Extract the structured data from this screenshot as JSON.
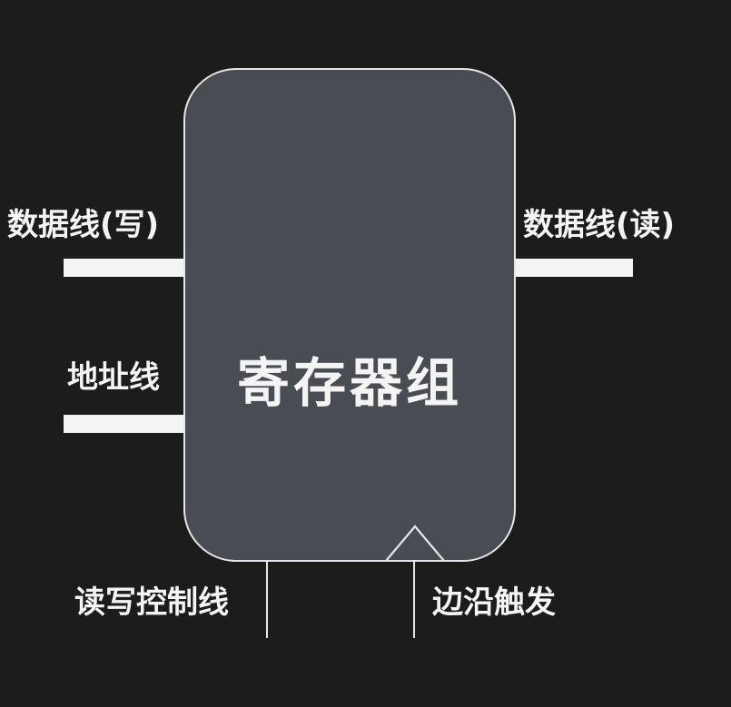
{
  "diagram": {
    "title": "寄存器组",
    "colors": {
      "background": "#1c1c1d",
      "box_fill": "#4a4c53",
      "box_border": "#e6e6e6",
      "line": "#f4f4f4",
      "text": "#f4f4f4"
    },
    "ports": {
      "data_write": {
        "label": "数据线(写)",
        "side": "left",
        "type": "bus"
      },
      "address": {
        "label": "地址线",
        "side": "left",
        "type": "bus"
      },
      "data_read": {
        "label": "数据线(读)",
        "side": "right",
        "type": "bus"
      },
      "rw_control": {
        "label": "读写控制线",
        "side": "bottom",
        "type": "wire"
      },
      "edge_trigger": {
        "label": "边沿触发",
        "side": "bottom",
        "type": "wire",
        "symbol": "clock-triangle"
      }
    }
  }
}
